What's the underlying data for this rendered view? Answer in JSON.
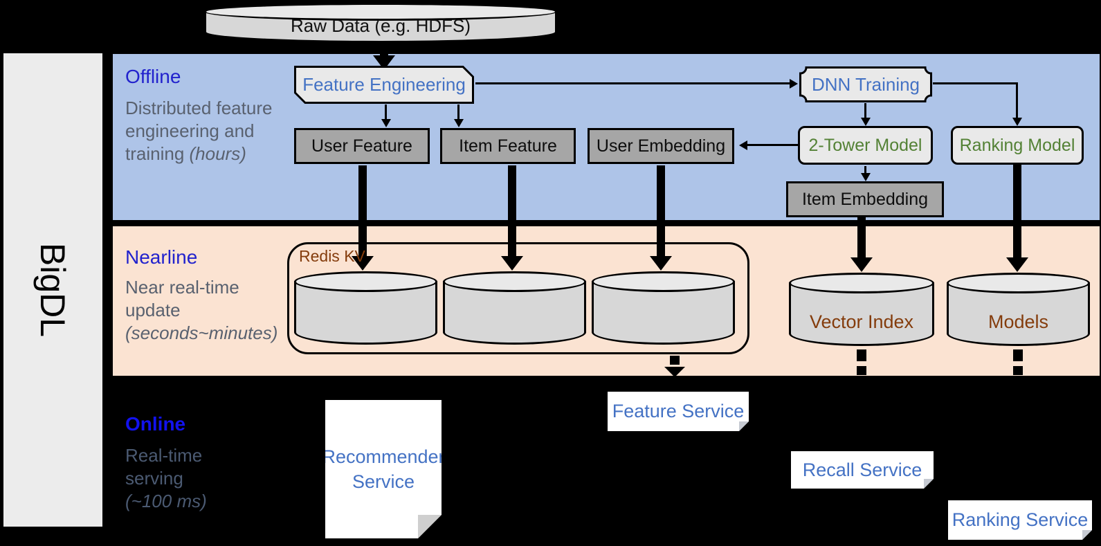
{
  "brand": "BigDL",
  "raw_data": {
    "label": "Raw Data (e.g. HDFS)"
  },
  "sections": {
    "offline": {
      "title": "Offline",
      "desc": "Distributed feature engineering and training",
      "note": "(hours)"
    },
    "nearline": {
      "title": "Nearline",
      "desc": "Near real-time update",
      "note": "(seconds~minutes)"
    },
    "online": {
      "title": "Online",
      "desc": "Real-time serving",
      "note": "(~100 ms)"
    }
  },
  "offline": {
    "feature_engineering": "Feature Engineering",
    "dnn_training": "DNN Training",
    "user_feature": "User Feature",
    "item_feature": "Item Feature",
    "user_embedding": "User Embedding",
    "two_tower_model": "2-Tower Model",
    "ranking_model": "Ranking Model",
    "item_embedding": "Item Embedding"
  },
  "nearline": {
    "redis_kv": "Redis KV",
    "vector_index": "Vector Index",
    "models": "Models"
  },
  "online": {
    "recommender_service": "Recommender Service",
    "feature_service": "Feature Service",
    "recall_service": "Recall Service",
    "ranking_service": "Ranking Service"
  },
  "colors": {
    "offline_band": "#aec4e8",
    "nearline_band": "#fbe3d2",
    "background": "#000000",
    "heading_blue": "#2222cd",
    "label_blue": "#4472c4",
    "model_green": "#538135",
    "storage_brown": "#843c0c",
    "dark_box": "#a6a6a6",
    "light_box": "#e9e9e9"
  }
}
